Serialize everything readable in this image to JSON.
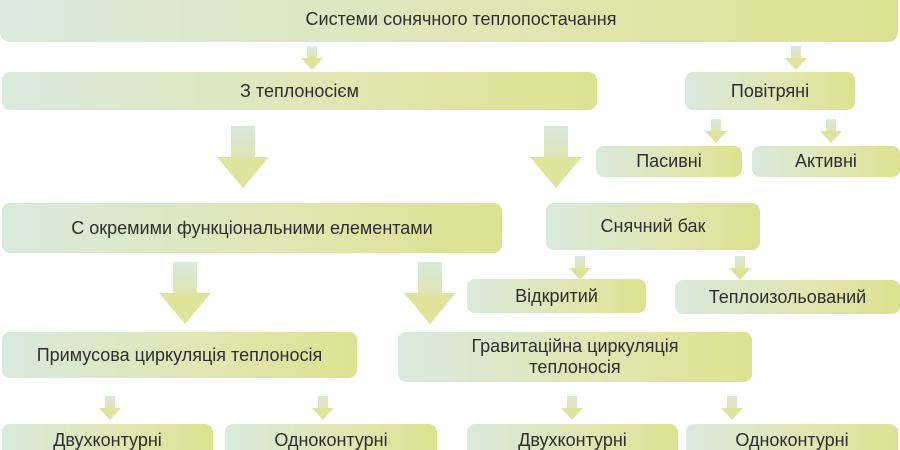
{
  "nodes": {
    "root": "Системи сонячного теплопостачання",
    "with_carrier": "З теплоносієм",
    "air": "Повітряні",
    "passive": "Пасивні",
    "active": "Активні",
    "separate_elements": "С окремими функціональними елементами",
    "tank": "Снячний бак",
    "open": "Відкритий",
    "insulated": "Теплоизольований",
    "forced": "Примусова циркуляція теплоносія",
    "gravity": "Гравитаційна циркуляція теплоносія",
    "forced_dual": "Двухконтурні",
    "forced_single": "Одноконтурні",
    "gravity_dual": "Двухконтурні",
    "gravity_single": "Одноконтурні"
  },
  "colors": {
    "box_left": "#d9e9de",
    "box_right": "#dde290",
    "text": "#2e2e2e"
  }
}
